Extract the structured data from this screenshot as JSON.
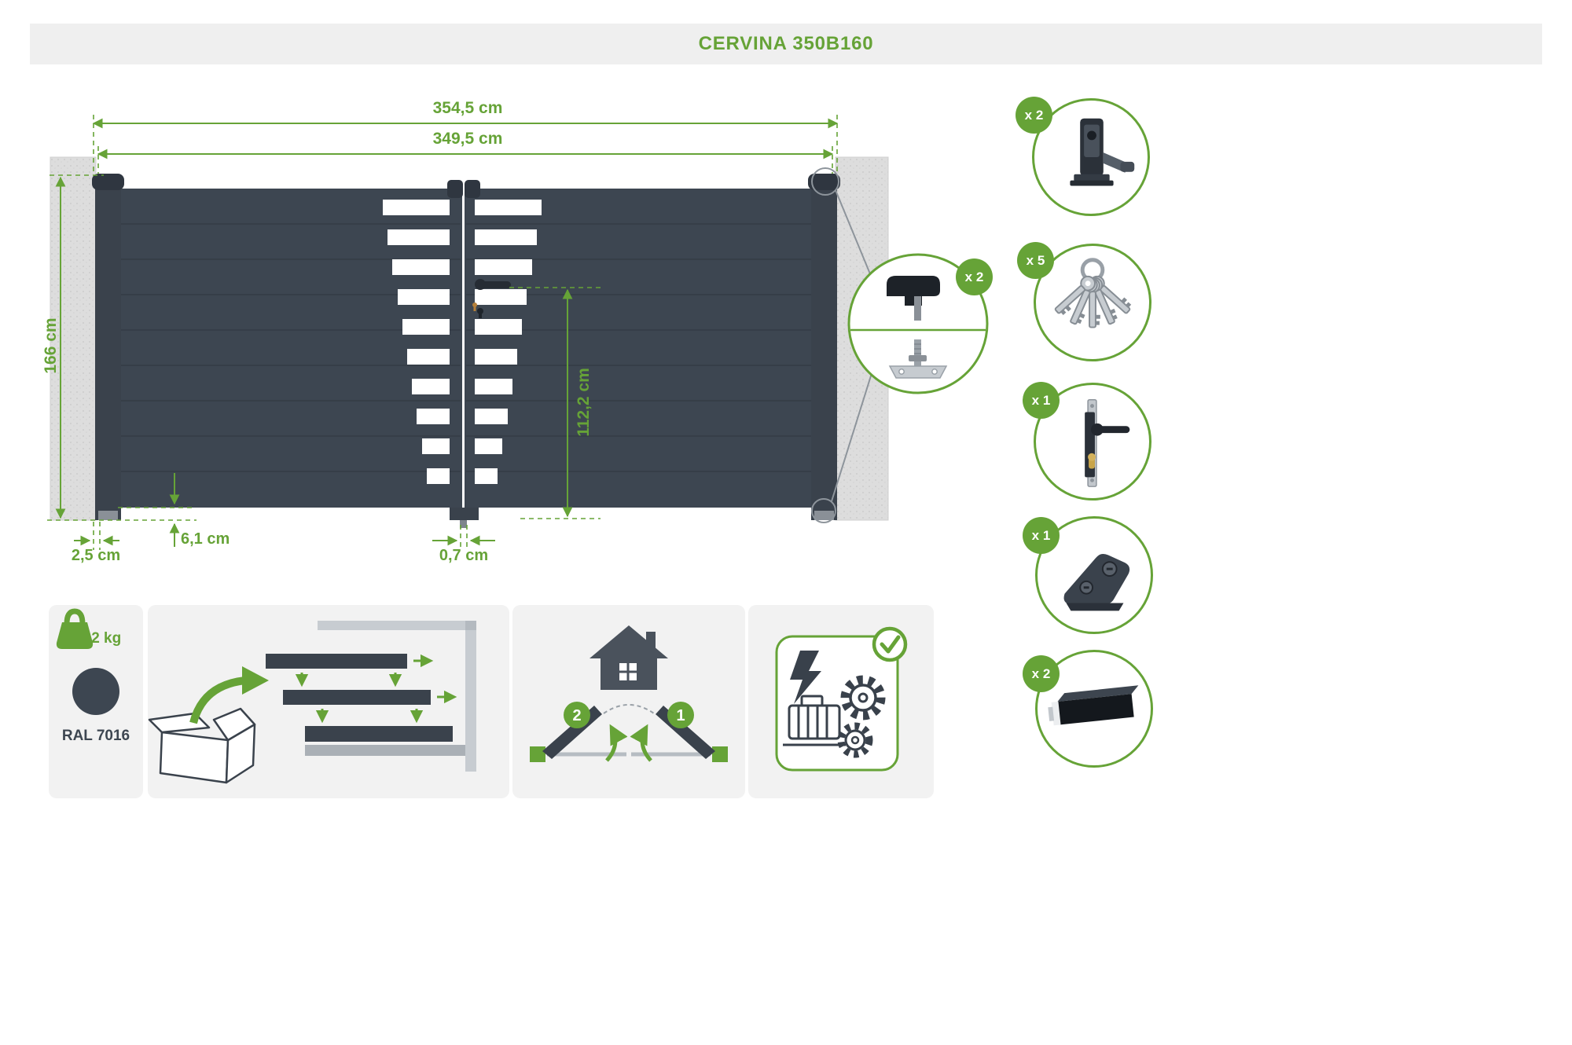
{
  "header": {
    "title": "CERVINA 350B160"
  },
  "diagram": {
    "dim_total_width": "354,5 cm",
    "dim_leaf_span": "349,5 cm",
    "dim_height": "166 cm",
    "dim_lock_height": "112,2 cm",
    "dim_post_offset": "2,5 cm",
    "dim_ground_clearance": "6,1 cm",
    "dim_leaf_gap": "0,7 cm",
    "hinge_callout_qty": "x 2"
  },
  "accessories": [
    {
      "name": "latch stop",
      "qty": "x 2"
    },
    {
      "name": "key set",
      "qty": "x 5"
    },
    {
      "name": "lock",
      "qty": "x 1"
    },
    {
      "name": "ground stop",
      "qty": "x 1"
    },
    {
      "name": "cover profile",
      "qty": "x 2"
    }
  ],
  "info": {
    "weight": "54.2 kg",
    "color_code": "RAL 7016",
    "opening": {
      "step_left": "2",
      "step_right": "1"
    }
  },
  "colors": {
    "accent": "#66A337",
    "gate": "#3D4651",
    "cap": "#2F3640",
    "pillar": "#DCDCDC",
    "panel": "#F2F2F2"
  }
}
